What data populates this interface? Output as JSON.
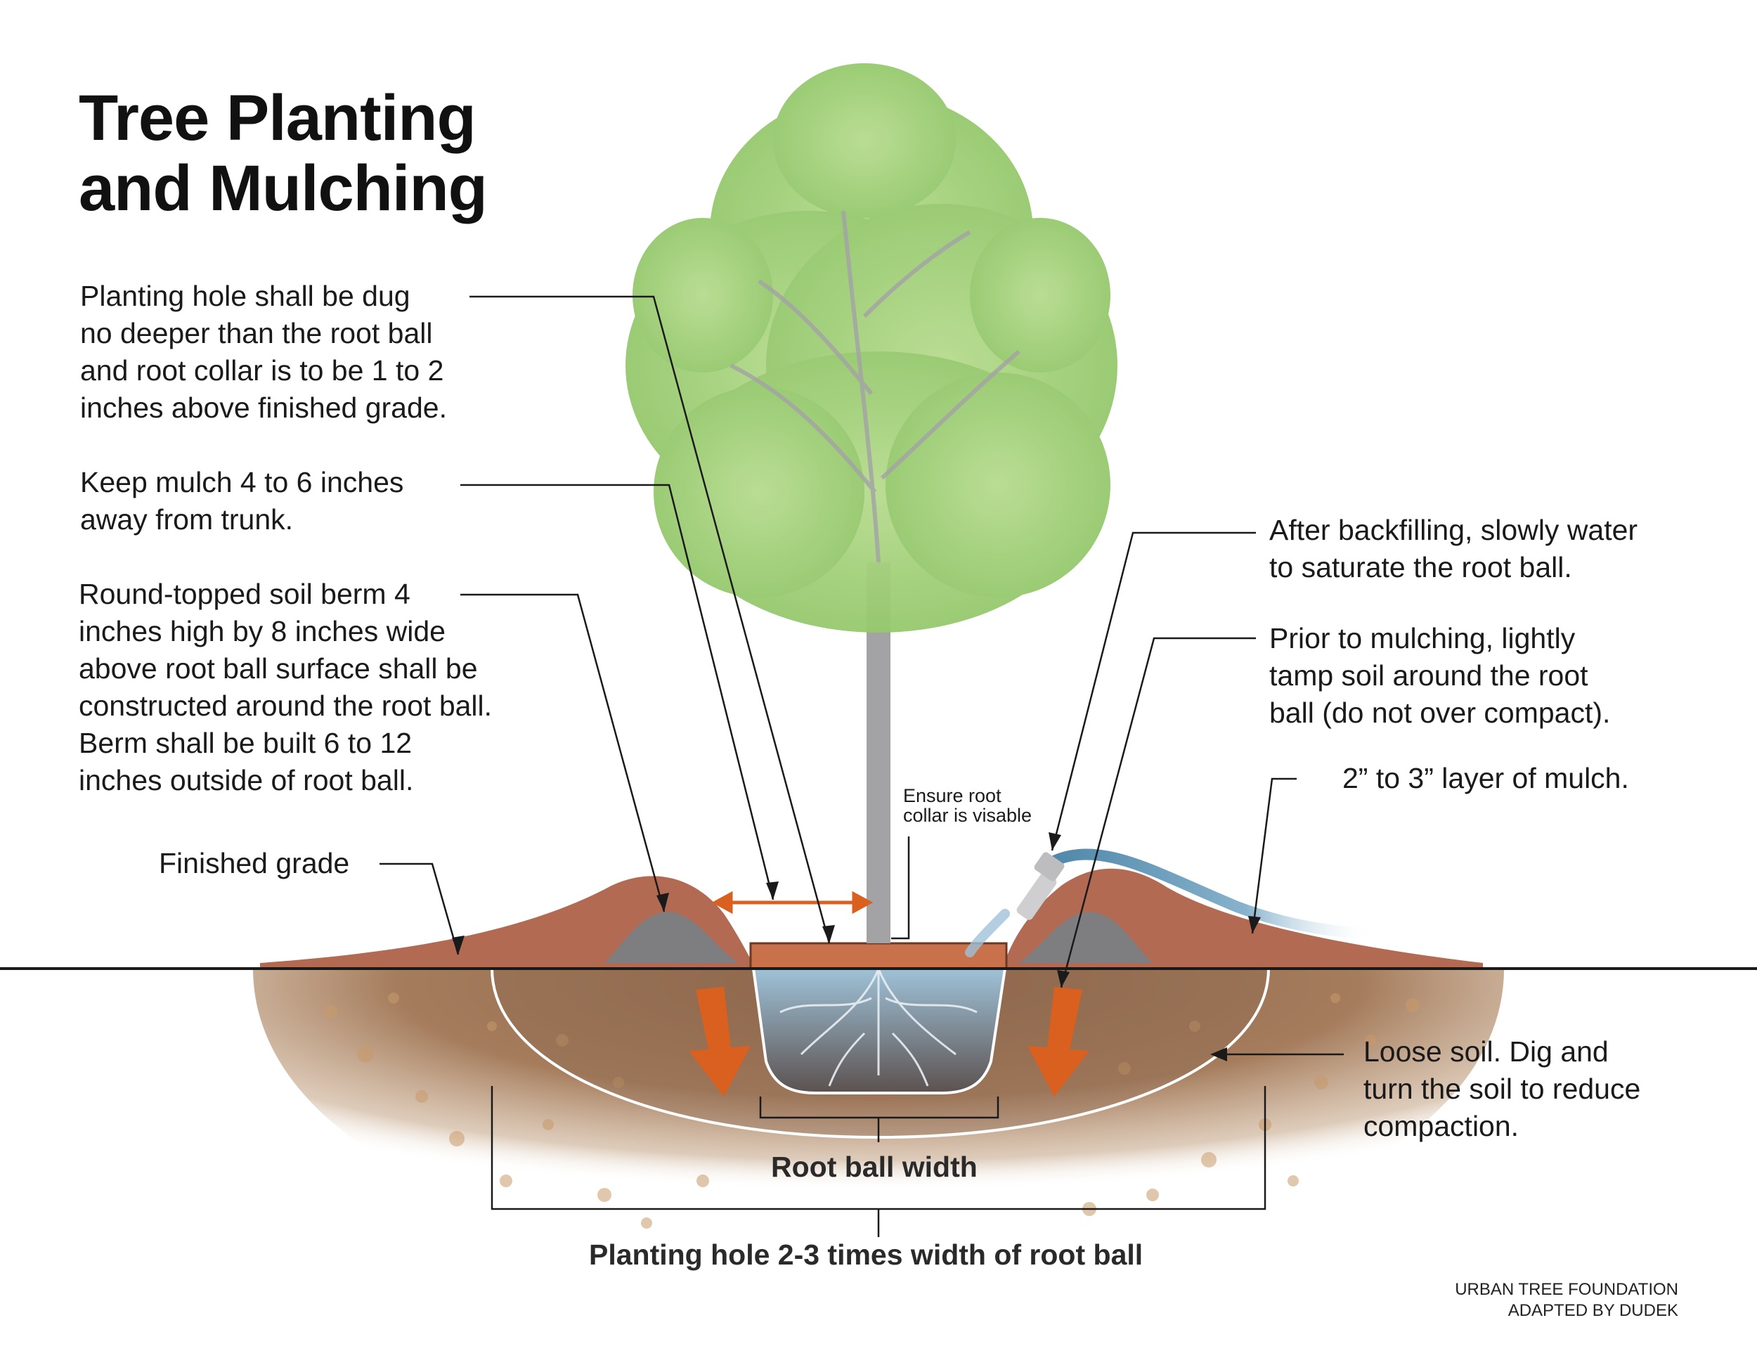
{
  "title": {
    "line1": "Tree Planting",
    "line2": "and Mulching"
  },
  "notes": {
    "hole_depth": [
      "Planting hole shall be dug",
      "no deeper than the root ball",
      "and root collar is to be 1 to 2",
      "inches above finished grade."
    ],
    "mulch_away": [
      "Keep mulch 4 to 6 inches",
      "away from trunk."
    ],
    "berm": [
      "Round-topped soil berm 4",
      "inches high by 8 inches wide",
      "above root ball surface shall be",
      "constructed around the root ball.",
      "Berm shall be built 6 to 12",
      "inches outside of root ball."
    ],
    "finished_grade": "Finished grade",
    "water": [
      "After backfilling, slowly water",
      "to saturate the root ball."
    ],
    "tamp": [
      "Prior to mulching, lightly",
      "tamp soil around the root",
      "ball (do not over compact)."
    ],
    "mulch_layer": "2” to 3” layer of mulch.",
    "loose_soil": [
      "Loose soil. Dig and",
      "turn the soil to reduce",
      "compaction."
    ],
    "root_collar": [
      "Ensure root",
      "collar is visable"
    ]
  },
  "dimensions": {
    "root_ball_width": "Root ball width",
    "planting_hole": "Planting hole 2-3 times width of root ball"
  },
  "credit": {
    "line1": "URBAN TREE FOUNDATION",
    "line2": "ADAPTED BY DUDEK"
  },
  "colors": {
    "foliage": "#9ccd72",
    "trunk": "#a3a3a5",
    "mulch": "#b26a52",
    "berm": "#7e7e80",
    "soil": "#a57c5c",
    "water": "#9fc2d8",
    "hose": "#4f86a8",
    "arrow": "#d9601f"
  },
  "icons": {
    "arrows": "down-arrow-icon",
    "hose": "hose-icon",
    "tree": "tree-icon"
  }
}
